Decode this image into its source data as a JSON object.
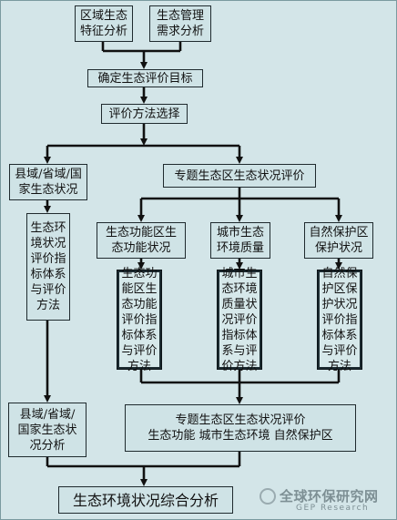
{
  "nodes": {
    "region_analysis": "区域生态\n特征分析",
    "demand_analysis": "生态管理\n需求分析",
    "set_objective": "确定生态评价目标",
    "method_select": "评价方法选择",
    "county_state": "县域/省域/国\n家生态状况",
    "special_zone": "专题生态区生态状况评价",
    "county_index": "生态环\n境状况\n评价指\n标体系\n与评价\n方法",
    "eco_function": "生态功能区生\n态功能状况",
    "city_env": "城市生态\n环境质量",
    "nature_reserve": "自然保护区\n保护状况",
    "eco_function_index": "生态功\n能区生\n态功能\n评价指\n标体系\n与评价\n方法",
    "city_index": "城市生\n态环境\n质量状\n况评价\n指标体\n系与评\n价方法",
    "reserve_index": "自然保\n护区保\n护状况\n评价指\n标体系\n与评价\n方法",
    "county_analysis": "县域/省域/\n国家生态状\n况分析",
    "special_eval": "专题生态区生态状况评价\n生态功能  城市生态环境  自然保护区",
    "final": "生态环境状况综合分析"
  },
  "watermark": {
    "main": "全球环保研究网",
    "sub": "GEP Research"
  },
  "colors": {
    "background": "#d3e5e8",
    "box_fill": "#cfe3e6",
    "line": "#111111"
  }
}
